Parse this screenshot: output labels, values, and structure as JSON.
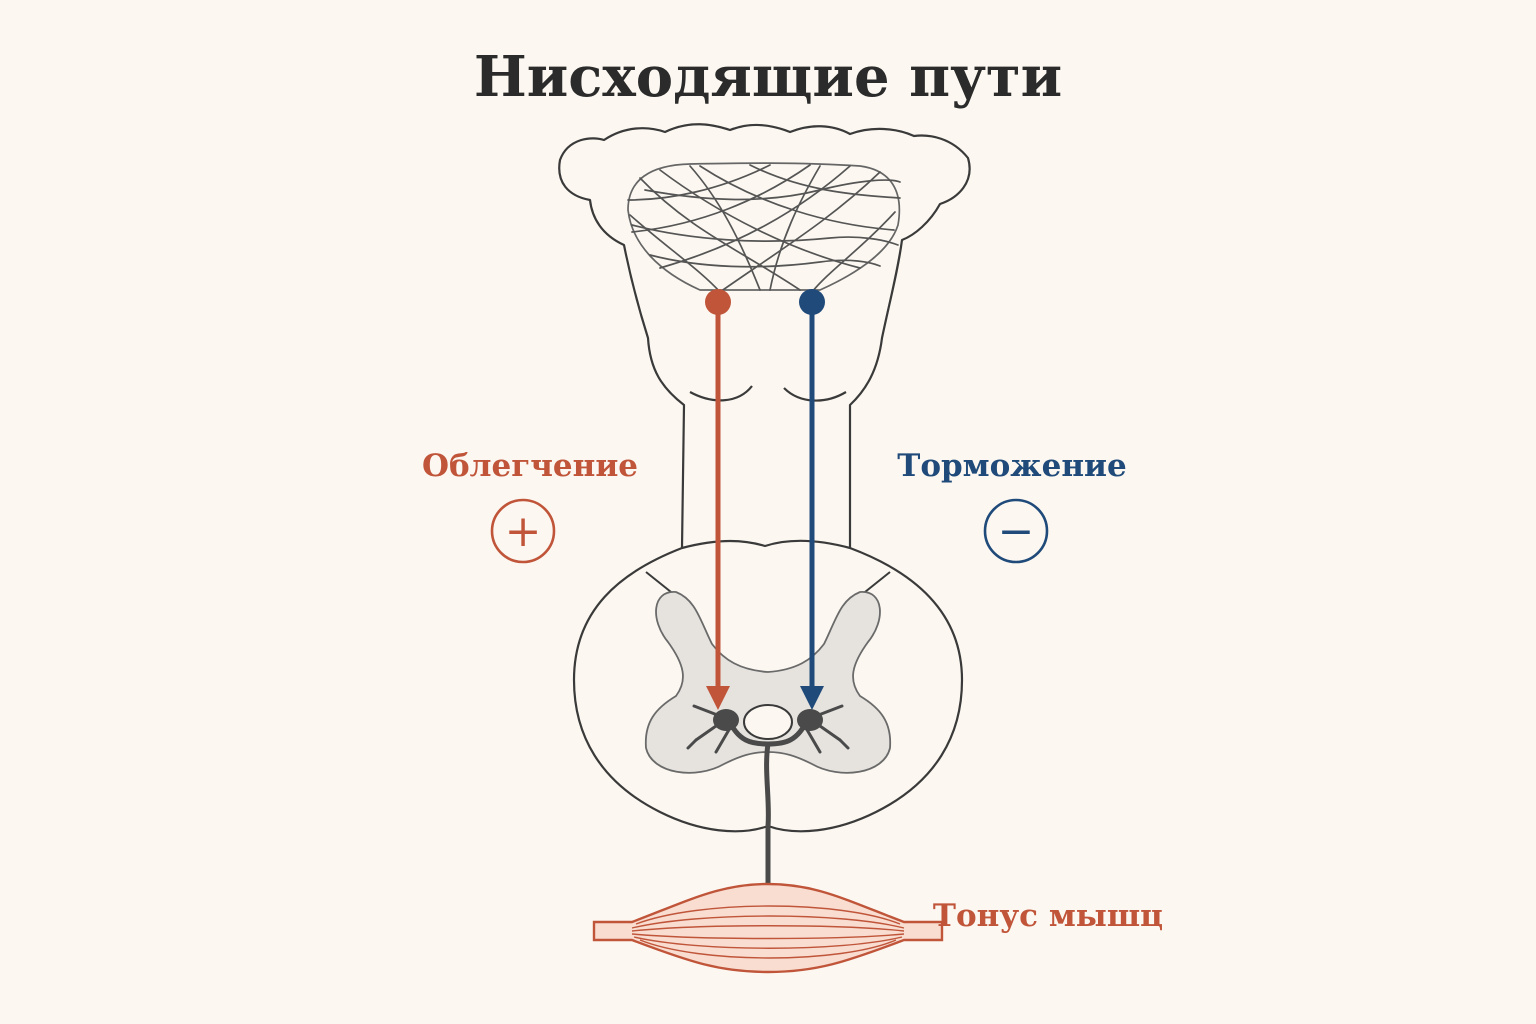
{
  "title": "Нисходящие пути",
  "facilitation": {
    "label": "Облегчение",
    "symbol": "+",
    "color": "#c0553a"
  },
  "inhibition": {
    "label": "Торможение",
    "symbol": "−",
    "color": "#1f4a7a"
  },
  "muscle": {
    "label": "Тонус мышц",
    "color": "#c0553a",
    "fill": "#f8ddd0"
  },
  "colors": {
    "background": "#fcf8f1",
    "outline": "#3a3a3a",
    "gray_matter": "#e6e3df",
    "neuron": "#4a4a4a",
    "title": "#2b2b2b"
  }
}
